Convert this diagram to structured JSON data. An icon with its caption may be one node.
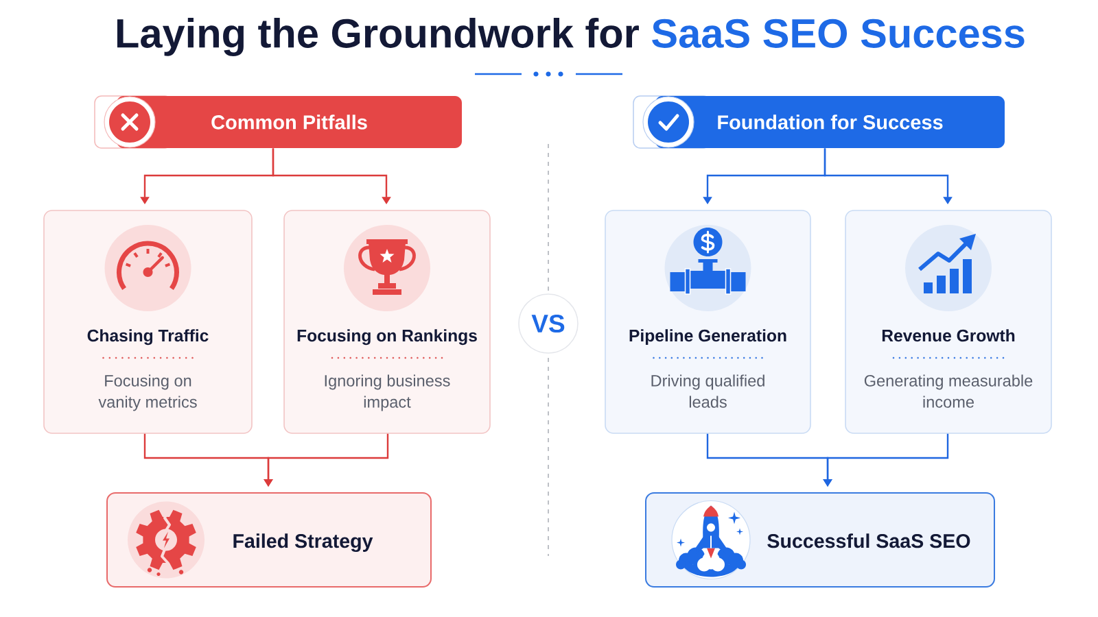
{
  "diagram": {
    "title": "Laying the Groundwork for **SaaS SEO Success**",
    "nodes": [
      {
        "text": [
          "Common Pitfalls"
        ]
      },
      {
        "text": [
          "Foundation for Success"
        ]
      },
      {
        "text": [
          "Chasing Traffic",
          "Focusing on vanity metrics"
        ]
      },
      {
        "text": [
          "Focusing on Rankings",
          "Ignoring business impact"
        ]
      },
      {
        "text": [
          "VS"
        ]
      },
      {
        "text": [
          "Pipeline Generation",
          "Driving qualified leads"
        ]
      },
      {
        "text": [
          "Revenue Growth",
          "Generating measurable income"
        ]
      },
      {
        "text": [
          "Failed Strategy"
        ]
      },
      {
        "text": [
          "Successful SaaS SEO"
        ]
      }
    ],
    "edges": [
      {
        "from": 0,
        "to": 2,
        "arrow": "to",
        "color": "#dc3b3b"
      },
      {
        "from": 0,
        "to": 3,
        "arrow": "to",
        "color": "#dc3b3b"
      },
      {
        "from": 1,
        "to": 5,
        "arrow": "to",
        "color": "#1f66e0"
      },
      {
        "from": 1,
        "to": 6,
        "arrow": "to",
        "color": "#1f66e0"
      },
      {
        "from": 2,
        "to": 7,
        "arrow": "to",
        "color": "#dc3b3b"
      },
      {
        "from": 3,
        "to": 7,
        "arrow": "to",
        "color": "#dc3b3b"
      },
      {
        "from": 5,
        "to": 8,
        "arrow": "to",
        "color": "#1f66e0"
      },
      {
        "from": 6,
        "to": 8,
        "arrow": "to",
        "color": "#1f66e0"
      }
    ]
  }
}
